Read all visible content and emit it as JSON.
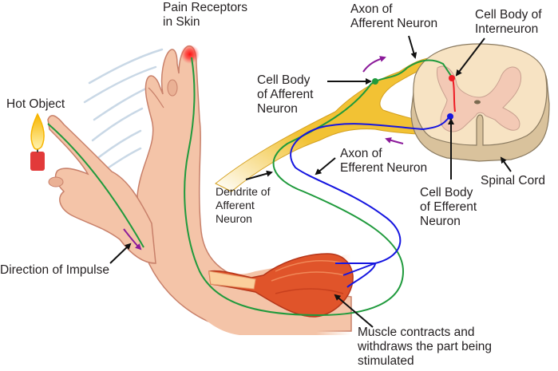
{
  "title": "Reflex Arc",
  "labels": {
    "pain_receptors": "Pain Receptors\nin Skin",
    "hot_object": "Hot Object",
    "axon_afferent": "Axon of\nAfferent Neuron",
    "cell_body_interneuron": "Cell Body of\nInterneuron",
    "cell_body_afferent": "Cell Body\nof Afferent\nNeuron",
    "axon_efferent": "Axon of\nEfferent Neuron",
    "spinal_cord": "Spinal Cord",
    "dendrite_afferent": "Dendrite of\nAfferent\nNeuron",
    "cell_body_efferent": "Cell Body\nof Efferent\nNeuron",
    "direction_impulse": "Direction of Impulse",
    "muscle_contracts": "Muscle contracts and\nwithdraws the part being\nstimulated"
  },
  "colors": {
    "skin": "#f4c4a8",
    "skin_outline": "#c8806a",
    "afferent": "#1f9a3c",
    "efferent": "#1515e0",
    "interneuron": "#ee1c24",
    "nerve": "#f2c234",
    "cord_white": "#f7e3c3",
    "cord_grey": "#f3c9b5",
    "cord_side": "#d9c29c",
    "muscle": "#e0542a",
    "impulse_arrow": "#8b1a9a",
    "text": "#231f20"
  }
}
